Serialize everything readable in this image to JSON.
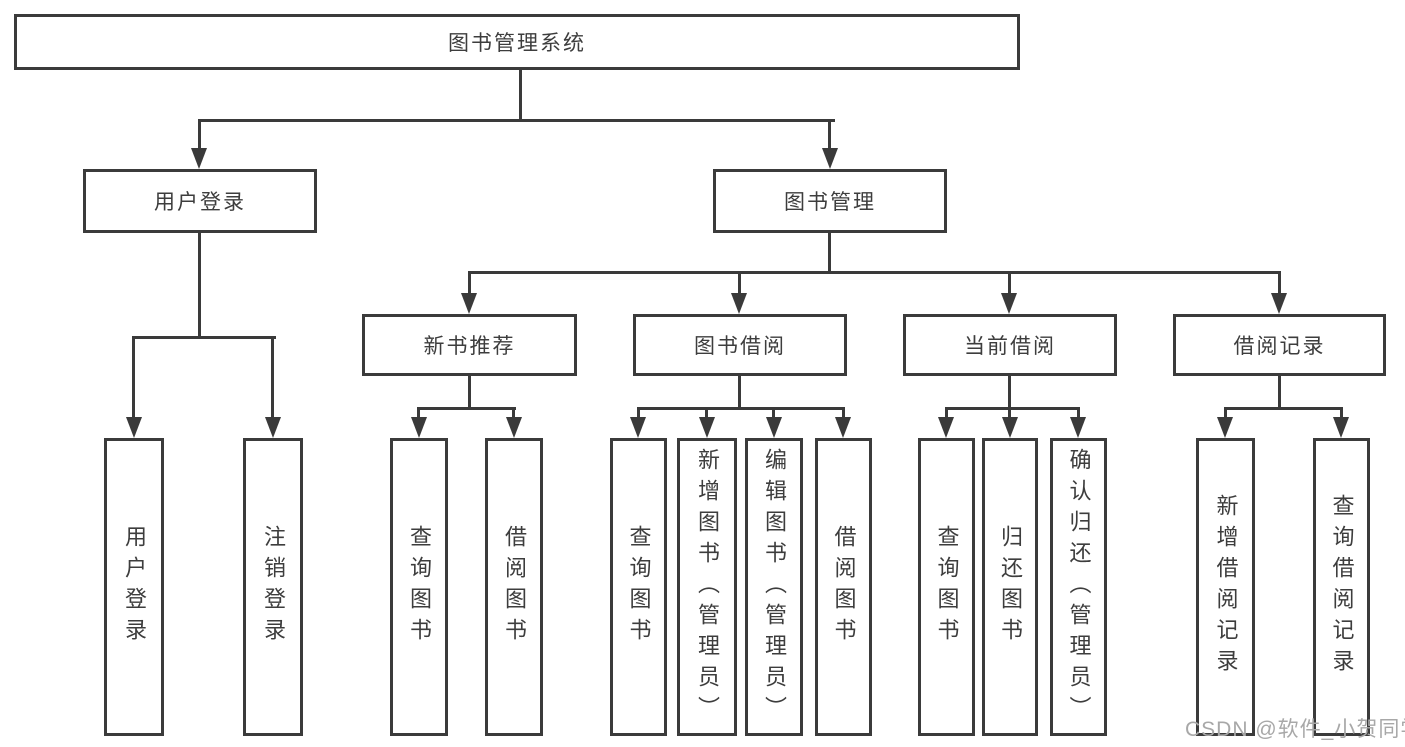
{
  "nodes": {
    "root": {
      "label": "图书管理系统"
    },
    "user_login": {
      "label": "用户登录"
    },
    "book_mgmt": {
      "label": "图书管理"
    },
    "new_books": {
      "label": "新书推荐"
    },
    "book_borrow": {
      "label": "图书借阅"
    },
    "current_borrow": {
      "label": "当前借阅"
    },
    "borrow_records": {
      "label": "借阅记录"
    },
    "leaf_user_login": {
      "label": "用户登录"
    },
    "leaf_logout": {
      "label": "注销登录"
    },
    "leaf_nb_query": {
      "label": "查询图书"
    },
    "leaf_nb_borrow": {
      "label": "借阅图书"
    },
    "leaf_bb_query": {
      "label": "查询图书"
    },
    "leaf_bb_add": {
      "label": "新增图书（管理员）"
    },
    "leaf_bb_edit": {
      "label": "编辑图书（管理员）"
    },
    "leaf_bb_borrow": {
      "label": "借阅图书"
    },
    "leaf_cb_query": {
      "label": "查询图书"
    },
    "leaf_cb_return": {
      "label": "归还图书"
    },
    "leaf_cb_confirm": {
      "label": "确认归还（管理员）"
    },
    "leaf_br_add": {
      "label": "新增借阅记录"
    },
    "leaf_br_query": {
      "label": "查询借阅记录"
    }
  },
  "watermark": {
    "text": "CSDN @软件_小贺同学"
  },
  "colors": {
    "line": "#3a3a3a",
    "text": "#3d3d3d",
    "box-border": "#3b3b3b",
    "watermark": "#a8a8a8",
    "background": "#ffffff"
  }
}
